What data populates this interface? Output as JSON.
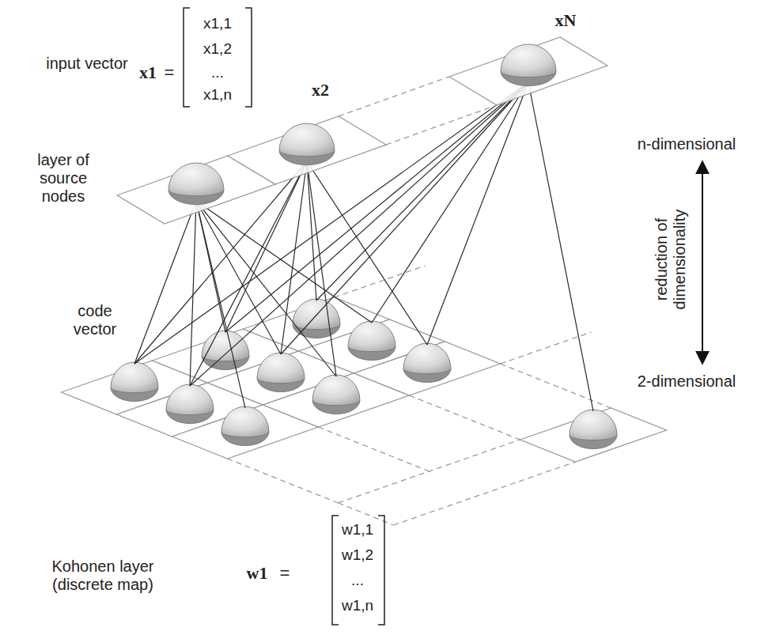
{
  "diagram": {
    "labels": [
      "input vector",
      "x1",
      "=",
      "x1,1",
      "x1,2",
      "...",
      "x1,n",
      "x2",
      "xN",
      "n-dimensional",
      "reduction of dimensionality",
      "2-dimensional",
      "layer of source nodes",
      "code vector",
      "Kohonen layer (discrete map)",
      "w1",
      "=",
      "w1,1",
      "w1,2",
      "...",
      "w1,n"
    ]
  }
}
